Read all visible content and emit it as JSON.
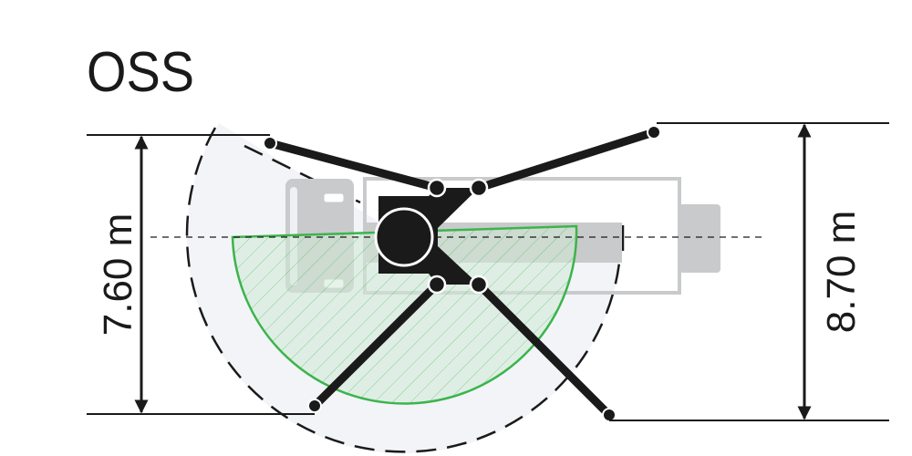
{
  "title": "OSS",
  "dimensions": {
    "left": "7.60 m",
    "right": "8.70 m"
  },
  "colors": {
    "green": "#3cb44b",
    "shade": "#f2f4f8",
    "truck": "#c9cacc",
    "ink": "#1a1a1a"
  }
}
